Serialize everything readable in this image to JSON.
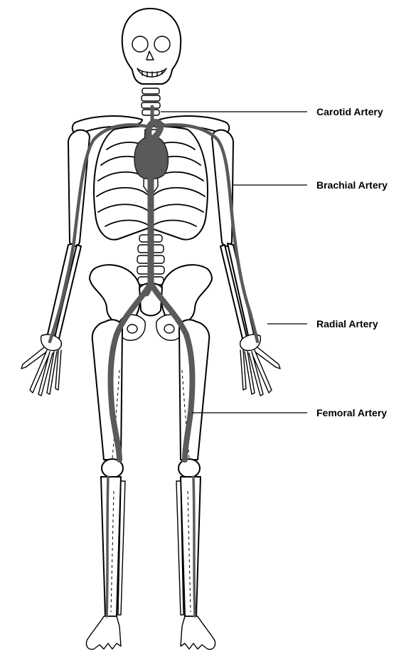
{
  "colors": {
    "artery": "#5a5a5a",
    "artery_outline": "#222222",
    "bone_outline": "#000000",
    "background": "#ffffff"
  },
  "labels": [
    {
      "id": "carotid",
      "text": "Carotid Artery"
    },
    {
      "id": "brachial",
      "text": "Brachial Artery"
    },
    {
      "id": "radial",
      "text": "Radial Artery"
    },
    {
      "id": "femoral",
      "text": "Femoral Artery"
    }
  ]
}
